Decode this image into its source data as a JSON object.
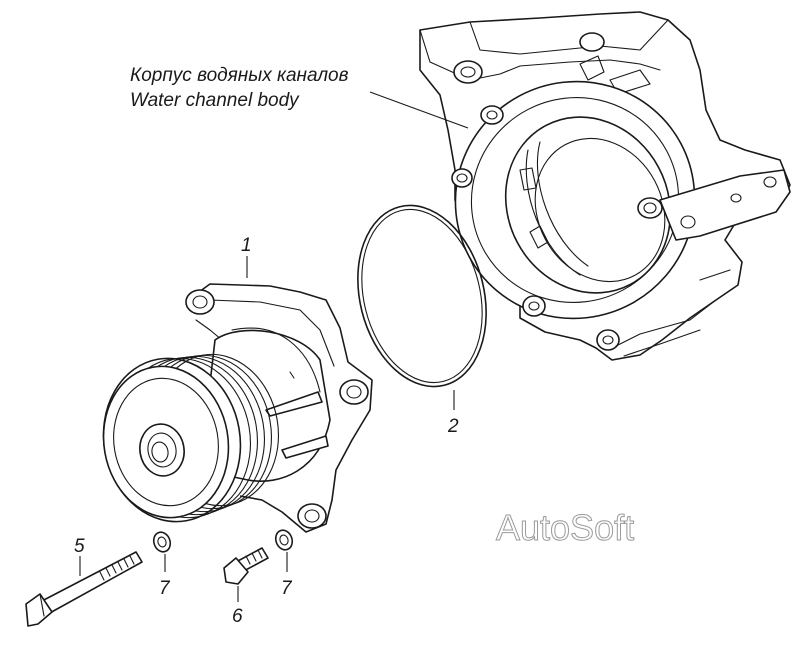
{
  "housing_label": {
    "ru": "Корпус водяных каналов",
    "en": "Water channel body"
  },
  "callouts": {
    "pump": "1",
    "ring": "2",
    "bolt_long": "5",
    "bolt_short": "6",
    "washer_left": "7",
    "washer_right": "7"
  },
  "watermark": "AutoSoft"
}
